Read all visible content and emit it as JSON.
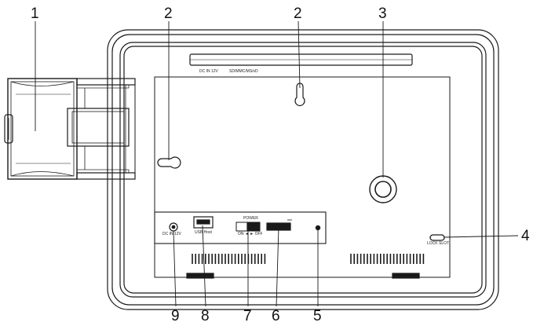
{
  "callouts": [
    {
      "id": "1",
      "label": "1"
    },
    {
      "id": "2a",
      "label": "2"
    },
    {
      "id": "2b",
      "label": "2"
    },
    {
      "id": "3",
      "label": "3"
    },
    {
      "id": "4",
      "label": "4"
    },
    {
      "id": "5",
      "label": "5"
    },
    {
      "id": "6",
      "label": "6"
    },
    {
      "id": "7",
      "label": "7"
    },
    {
      "id": "8",
      "label": "8"
    },
    {
      "id": "9",
      "label": "9"
    }
  ],
  "device_text": {
    "top_slot": "SD/MMC/MS/xD",
    "top_dc": "DC IN 12V",
    "power": "POWER",
    "switch_text": "ON ◄ ► OFF",
    "usb": "USB Host",
    "dc_panel": "DC IN 12V",
    "lock": "LOCK SLOT"
  },
  "colors": {
    "line": "#1a1a1a",
    "fill": "#ffffff",
    "dark": "#222222"
  }
}
